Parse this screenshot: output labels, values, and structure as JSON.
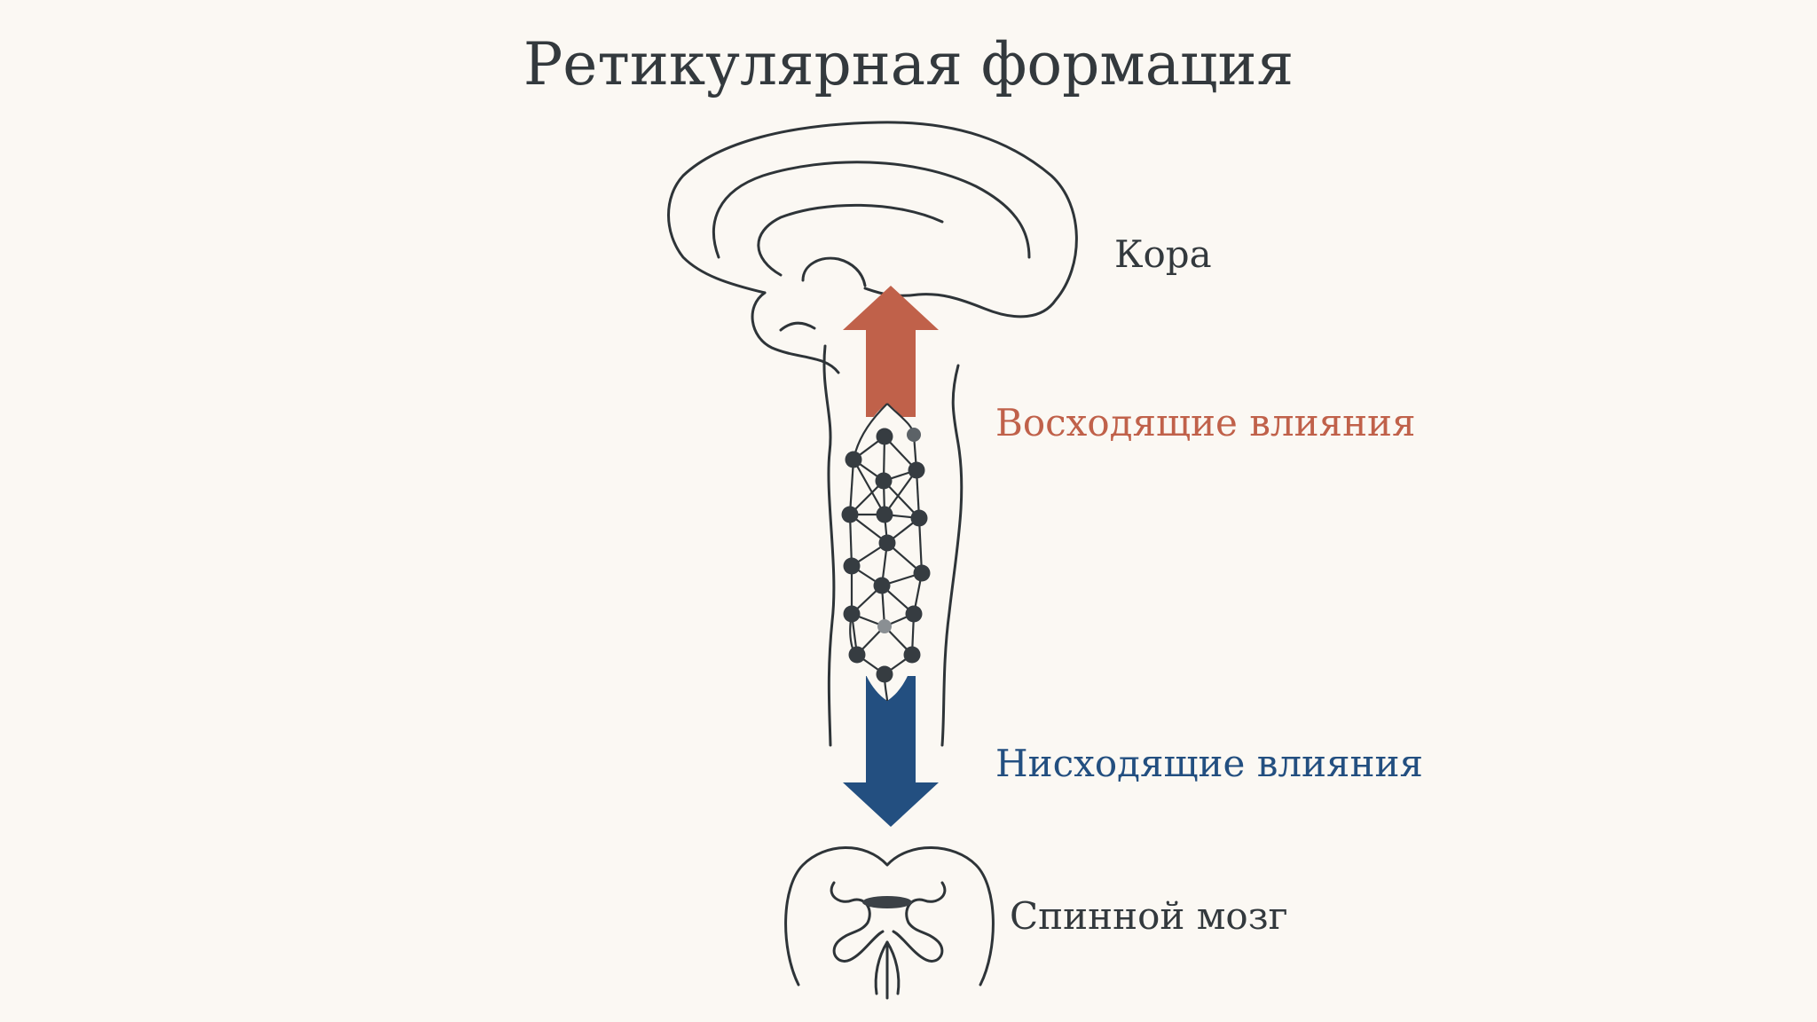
{
  "title": "Ретикулярная формация",
  "labels": {
    "cortex": "Кора",
    "ascending": "Восходящие влияния",
    "descending": "Нисходящие влияния",
    "spinal_cord": "Спинной мозг"
  },
  "colors": {
    "ink": "#2e3438",
    "ascending": "#c0614a",
    "descending": "#234f80",
    "background": "#fbf8f3"
  }
}
